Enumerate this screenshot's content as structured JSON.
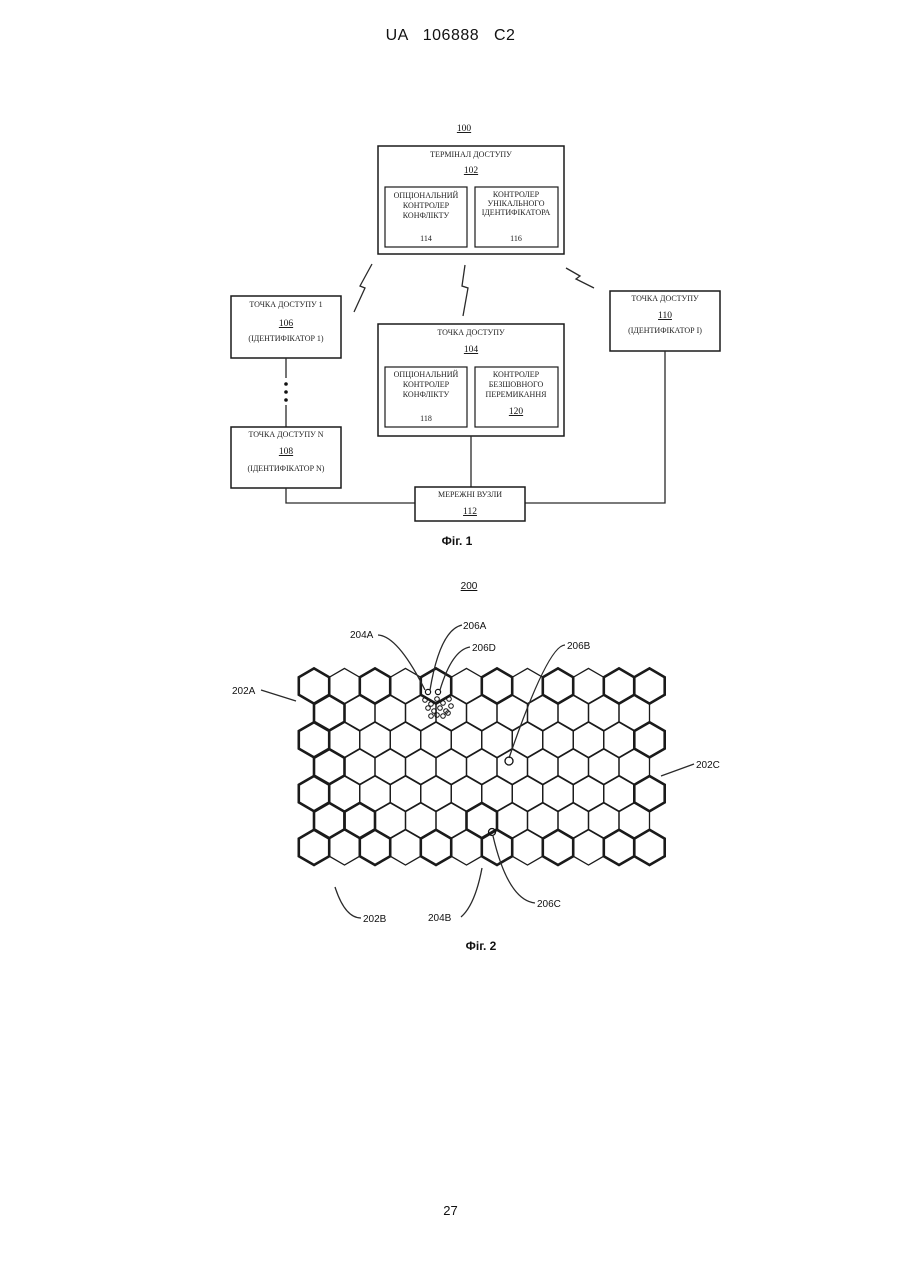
{
  "header": {
    "text": "UA   106888   C2"
  },
  "fig1": {
    "ref_main": "100",
    "terminal": {
      "title": "ТЕРМІНАЛ ДОСТУПУ",
      "ref": "102",
      "sub_left": {
        "lines": [
          "ОПЦІОНАЛЬНИЙ",
          "КОНТРОЛЕР",
          "КОНФЛІКТУ"
        ],
        "ref": "114"
      },
      "sub_right": {
        "lines": [
          "КОНТРОЛЕР",
          "УНІКАЛЬНОГО",
          "ІДЕНТИФІКАТОРА"
        ],
        "ref": "116"
      }
    },
    "ap1": {
      "title": "ТОЧКА ДОСТУПУ 1",
      "ref": "106",
      "id": "(ІДЕНТИФІКАТОР 1)"
    },
    "apn": {
      "title": "ТОЧКА ДОСТУПУ N",
      "ref": "108",
      "id": "(ІДЕНТИФІКАТОР N)"
    },
    "apx": {
      "title": "ТОЧКА ДОСТУПУ",
      "ref": "110",
      "id": "(ІДЕНТИФІКАТОР I)"
    },
    "ap_center": {
      "title": "ТОЧКА ДОСТУПУ",
      "ref": "104",
      "sub_left": {
        "lines": [
          "ОПЦІОНАЛЬНИЙ",
          "КОНТРОЛЕР",
          "КОНФЛІКТУ"
        ],
        "ref": "118"
      },
      "sub_right": {
        "lines": [
          "КОНТРОЛЕР",
          "БЕЗШОВНОГО",
          "ПЕРЕМИКАННЯ"
        ],
        "ref": "120"
      }
    },
    "network": {
      "title": "МЕРЕЖНІ ВУЗЛИ",
      "ref": "112"
    },
    "caption": "Фіг. 1"
  },
  "fig2": {
    "ref_main": "200",
    "labels": [
      "202A",
      "204A",
      "206A",
      "206D",
      "206B",
      "202C",
      "202B",
      "204B",
      "206C"
    ],
    "caption": "Фіг. 2"
  },
  "page_number": "27"
}
